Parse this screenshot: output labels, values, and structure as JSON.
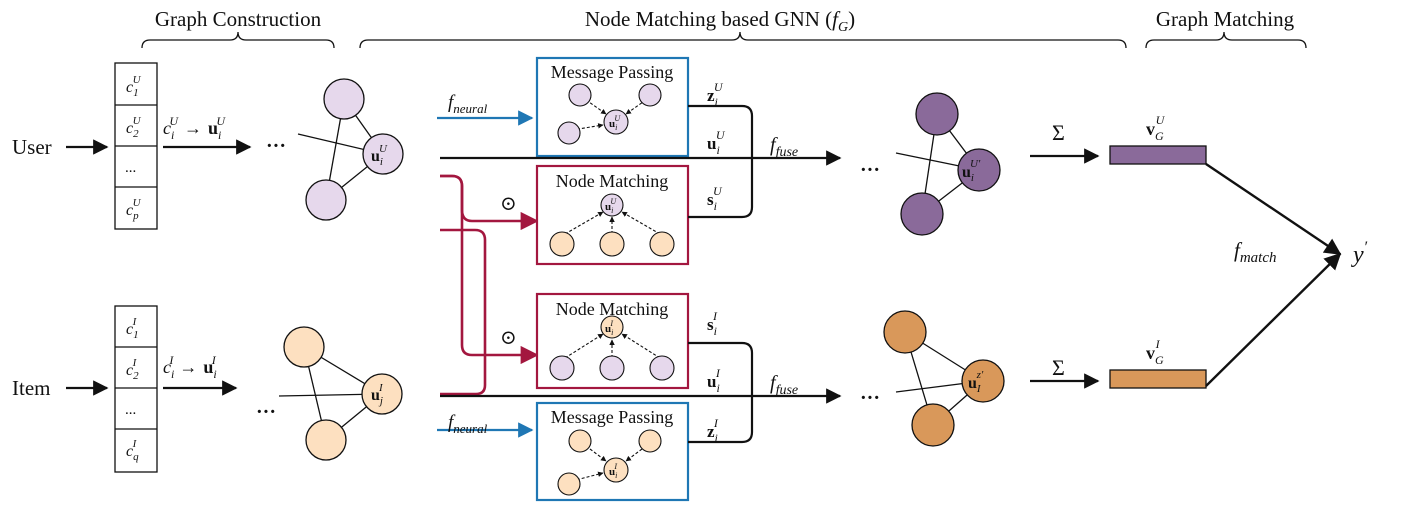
{
  "sections": {
    "construction": "Graph Construction",
    "gnn": "Node Matching based GNN (",
    "gnn_fn": "f",
    "gnn_fn_sub": "G",
    "gnn_close": ")",
    "matching": "Graph Matching"
  },
  "user": {
    "label": "User",
    "features": [
      {
        "base": "c",
        "sub": "1",
        "sup": "U"
      },
      {
        "base": "c",
        "sub": "2",
        "sup": "U"
      },
      {
        "base": "...",
        "sub": "",
        "sup": ""
      },
      {
        "base": "c",
        "sub": "p",
        "sup": "U"
      }
    ],
    "map_from": "c",
    "map_from_sub": "i",
    "map_from_sup": "U",
    "arrow_glyph": "→",
    "map_to": "u",
    "map_to_sub": "i",
    "map_to_sup": "U",
    "node": "u",
    "node_sub": "i",
    "node_sup": "U",
    "fused_node": "u",
    "fused_sub": "i",
    "fused_sup": "U'",
    "z": "z",
    "z_sub": "i",
    "z_sup": "U",
    "u": "u",
    "u_sub": "i",
    "u_sup": "U",
    "s": "s",
    "s_sub": "i",
    "s_sup": "U",
    "mp_node_sub": "i",
    "mp_node_sup": "U",
    "nm_node_sub": "i",
    "nm_node_sup": "U",
    "vec": "v",
    "vec_sub": "G",
    "vec_sup": "U"
  },
  "item": {
    "label": "Item",
    "features": [
      {
        "base": "c",
        "sub": "1",
        "sup": "I"
      },
      {
        "base": "c",
        "sub": "2",
        "sup": "I"
      },
      {
        "base": "...",
        "sub": "",
        "sup": ""
      },
      {
        "base": "c",
        "sub": "q",
        "sup": "I"
      }
    ],
    "map_from": "c",
    "map_from_sub": "i",
    "map_from_sup": "I",
    "arrow_glyph": "→",
    "map_to": "u",
    "map_to_sub": "i",
    "map_to_sup": "I",
    "node": "u",
    "node_sub": "j",
    "node_sup": "I",
    "fused_node": "u",
    "fused_sub": "I",
    "fused_sup": "z'",
    "z": "z",
    "z_sub": "i",
    "z_sup": "I",
    "u": "u",
    "u_sub": "i",
    "u_sup": "I",
    "s": "s",
    "s_sub": "i",
    "s_sup": "I",
    "mp_node_sub": "i",
    "mp_node_sup": "I",
    "nm_node_sub": "i",
    "nm_node_sup": "I",
    "vec": "v",
    "vec_sub": "G",
    "vec_sup": "I"
  },
  "modules": {
    "message_passing": "Message Passing",
    "node_matching": "Node Matching",
    "f_neural": "f",
    "f_neural_sub": "neural",
    "f_fuse": "f",
    "f_fuse_sub": "fuse",
    "f_match": "f",
    "f_match_sub": "match",
    "hadamard": "⊙",
    "sum": "Σ",
    "ellipsis": "···",
    "output": "y",
    "output_prime": "′"
  },
  "colors": {
    "user_light": "#e6d8ec",
    "user_dark": "#8a6a9a",
    "item_light": "#fde0c0",
    "item_dark": "#d9985a",
    "blue": "#1f77b4",
    "crimson": "#a3173f",
    "line": "#111111"
  }
}
